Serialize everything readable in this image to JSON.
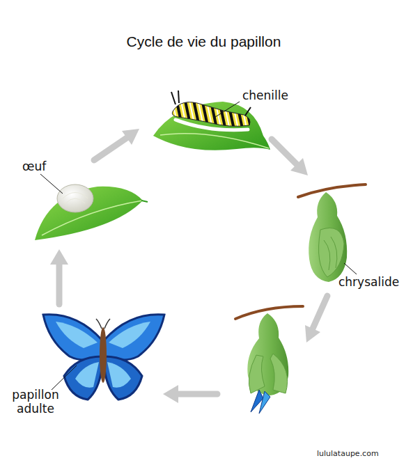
{
  "diagram": {
    "title": "Cycle de vie du papillon",
    "labels": [
      "œuf",
      "chenille",
      "chrysalide",
      "papillon adulte",
      "lululataupe.com"
    ]
  }
}
